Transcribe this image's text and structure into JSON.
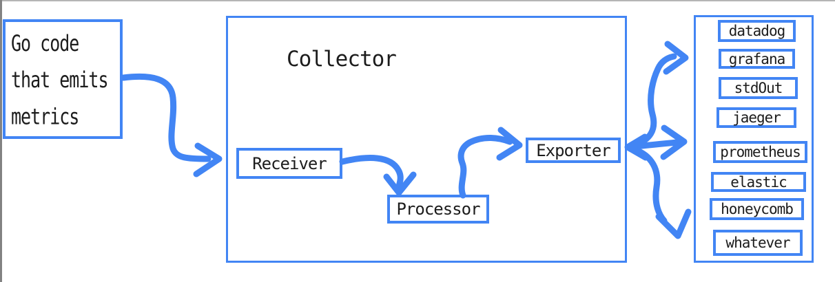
{
  "colors": {
    "accent": "#4285f4",
    "ink": "#1c1c1c",
    "frame_left": "#828282",
    "frame_top": "#b5b5b5",
    "background": "#ffffff"
  },
  "source_box": {
    "label": "Go code\nthat emits\nmetrics"
  },
  "collector": {
    "title": "Collector",
    "stages": [
      {
        "label": "Receiver"
      },
      {
        "label": "Processor"
      },
      {
        "label": "Exporter"
      }
    ]
  },
  "backends": {
    "items": [
      "datadog",
      "grafana",
      "stdOut",
      "jaeger",
      "prometheus",
      "elastic",
      "honeycomb",
      "whatever"
    ]
  },
  "arrows": [
    "source-to-collector-arrow",
    "receiver-to-processor-arrow",
    "processor-to-exporter-arrow",
    "exporter-fanout-arrow"
  ]
}
